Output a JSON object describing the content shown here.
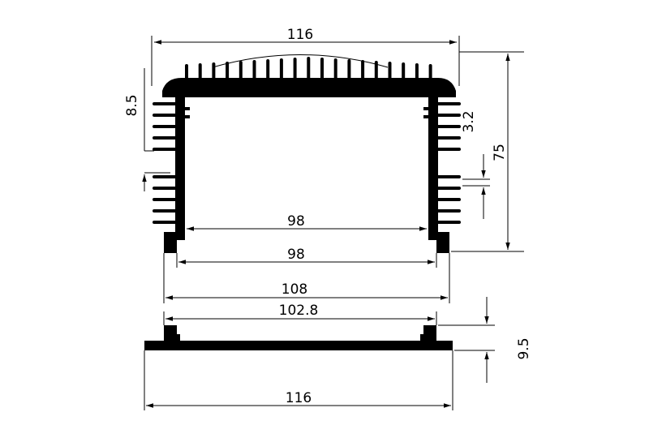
{
  "drawing": {
    "dimensions": {
      "top_width": "116",
      "fin_pitch": "8.5",
      "fin_thickness": "3.2",
      "overall_height": "75",
      "inner_width_upper": "98",
      "inner_width_lower": "98",
      "outer_foot_width": "108",
      "cover_inner_width": "102.8",
      "cover_height": "9.5",
      "cover_width": "116"
    },
    "colors": {
      "ink": "#000000",
      "paper": "#ffffff"
    }
  }
}
